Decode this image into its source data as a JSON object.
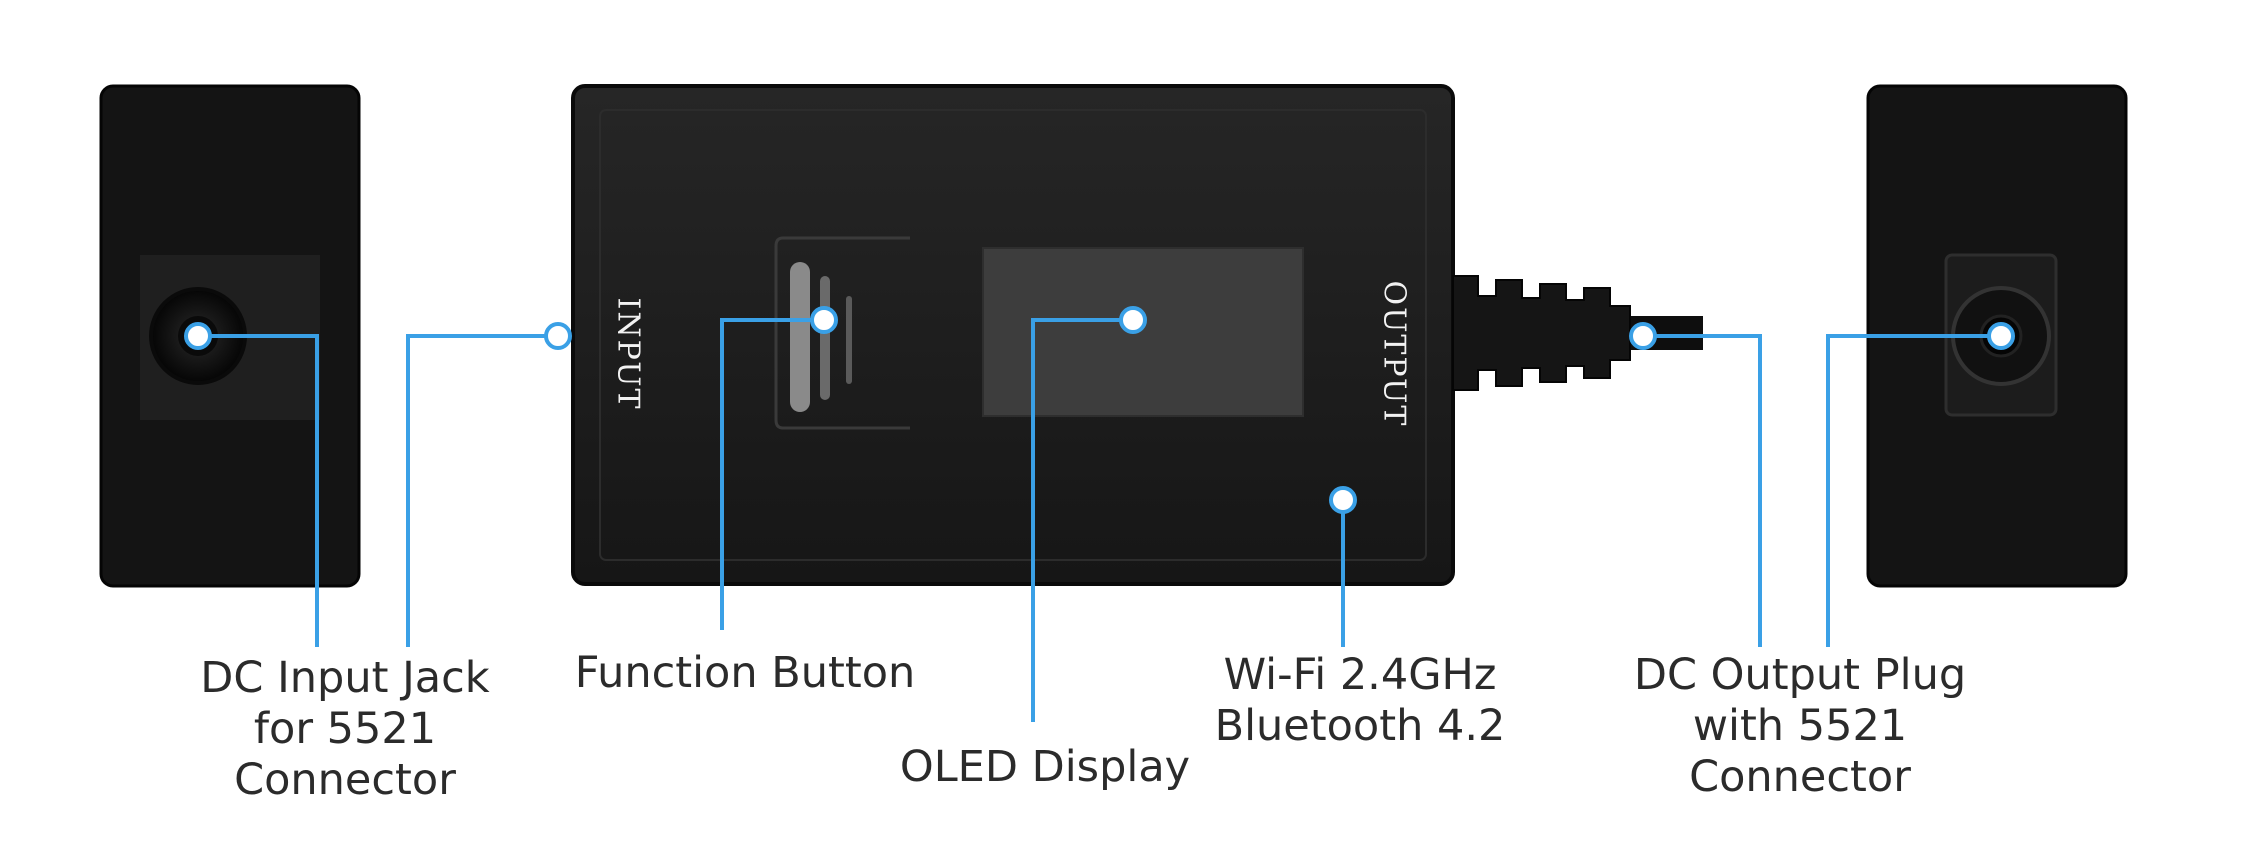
{
  "device": {
    "input_text": "INPUT",
    "output_text": "OUTPUT"
  },
  "callouts": {
    "dc_input": [
      "DC Input Jack",
      "for 5521",
      "Connector"
    ],
    "function_button": [
      "Function Button"
    ],
    "oled_display": [
      "OLED Display"
    ],
    "wireless": [
      "Wi-Fi 2.4GHz",
      "Bluetooth 4.2"
    ],
    "dc_output": [
      "DC Output Plug",
      "with 5521",
      "Connector"
    ]
  },
  "colors": {
    "leader": "#3aa0e6",
    "body": "#1c1c1c",
    "body_edge": "#0c0c0c",
    "screen": "#3a3a3a",
    "label_text": "#2b2b2b"
  }
}
